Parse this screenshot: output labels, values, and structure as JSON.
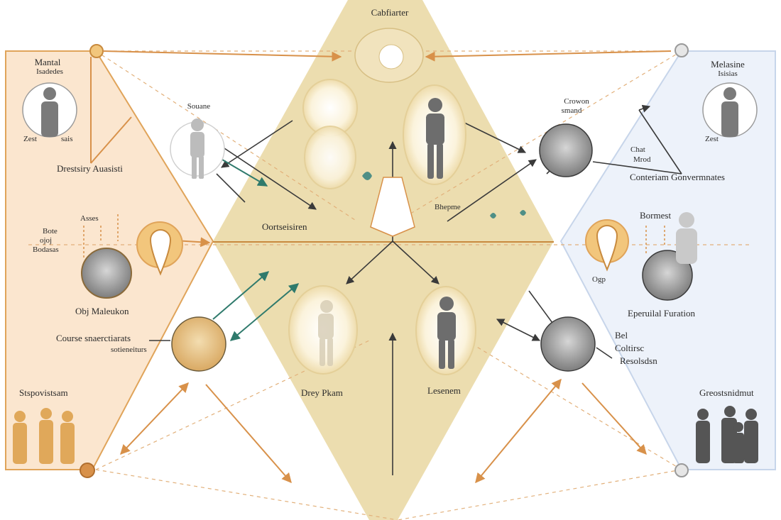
{
  "colors": {
    "left_panel": "#fbe6cf",
    "left_border": "#e0a45a",
    "right_panel": "#edf2fa",
    "right_border": "#c7d5ea",
    "center_diamond": "#ead9a6",
    "orange_arrow": "#d8914a",
    "dark_arrow": "#3a3a3a",
    "teal_arrow": "#2f7a6c"
  },
  "labels": {
    "top_center": "Cabfiarter",
    "left_title_1": "Mantal",
    "left_title_2": "Isadedes",
    "left_zest": "Zest",
    "left_sais": "sais",
    "left_mid": "Drestsiry Auasisti",
    "left_node_top": "Souane",
    "asess": "Asses",
    "bote1": "Bote",
    "bote2": "ojoj",
    "bote3": "Bodasas",
    "obj_label": "Obj Maleukon",
    "course_1": "Course snaerctiarats",
    "course_2": "sotieneiturs",
    "bottom_left": "Stspovistsam",
    "center_left": "Oortseisiren",
    "center_mid": "Bhepme",
    "center_bottom_left": "Drey Pkam",
    "center_bottom_right": "Lesenem",
    "right_title_1": "Melasine",
    "right_title_2": "Isisias",
    "right_zest": "Zest",
    "crowon_1": "Crowon",
    "crowon_2": "smand",
    "chat_1": "Chat",
    "chat_2": "Mrod",
    "right_long": "Conteriam Gonvermnates",
    "bomest": "Bormest",
    "ogp": "Ogp",
    "experial": "Eperuilal Furation",
    "bel": "Bel",
    "coltirsc": "Coltirsc",
    "resolution": "Resolsdsn",
    "bottom_right": "Greostsnidmut"
  }
}
